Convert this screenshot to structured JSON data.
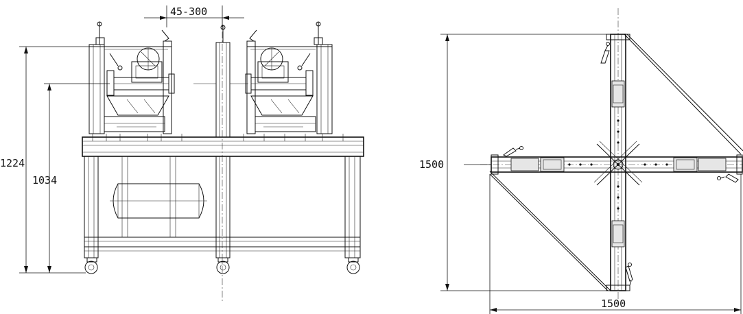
{
  "views": {
    "front": {
      "dim_gap": "45-300",
      "dim_total_height": "1224",
      "dim_table_height": "1034"
    },
    "top": {
      "dim_vertical": "1500",
      "dim_horizontal_left": "1500",
      "dim_horizontal_bottom": "1500"
    }
  },
  "colors": {
    "line": "#111111",
    "background": "#ffffff"
  }
}
